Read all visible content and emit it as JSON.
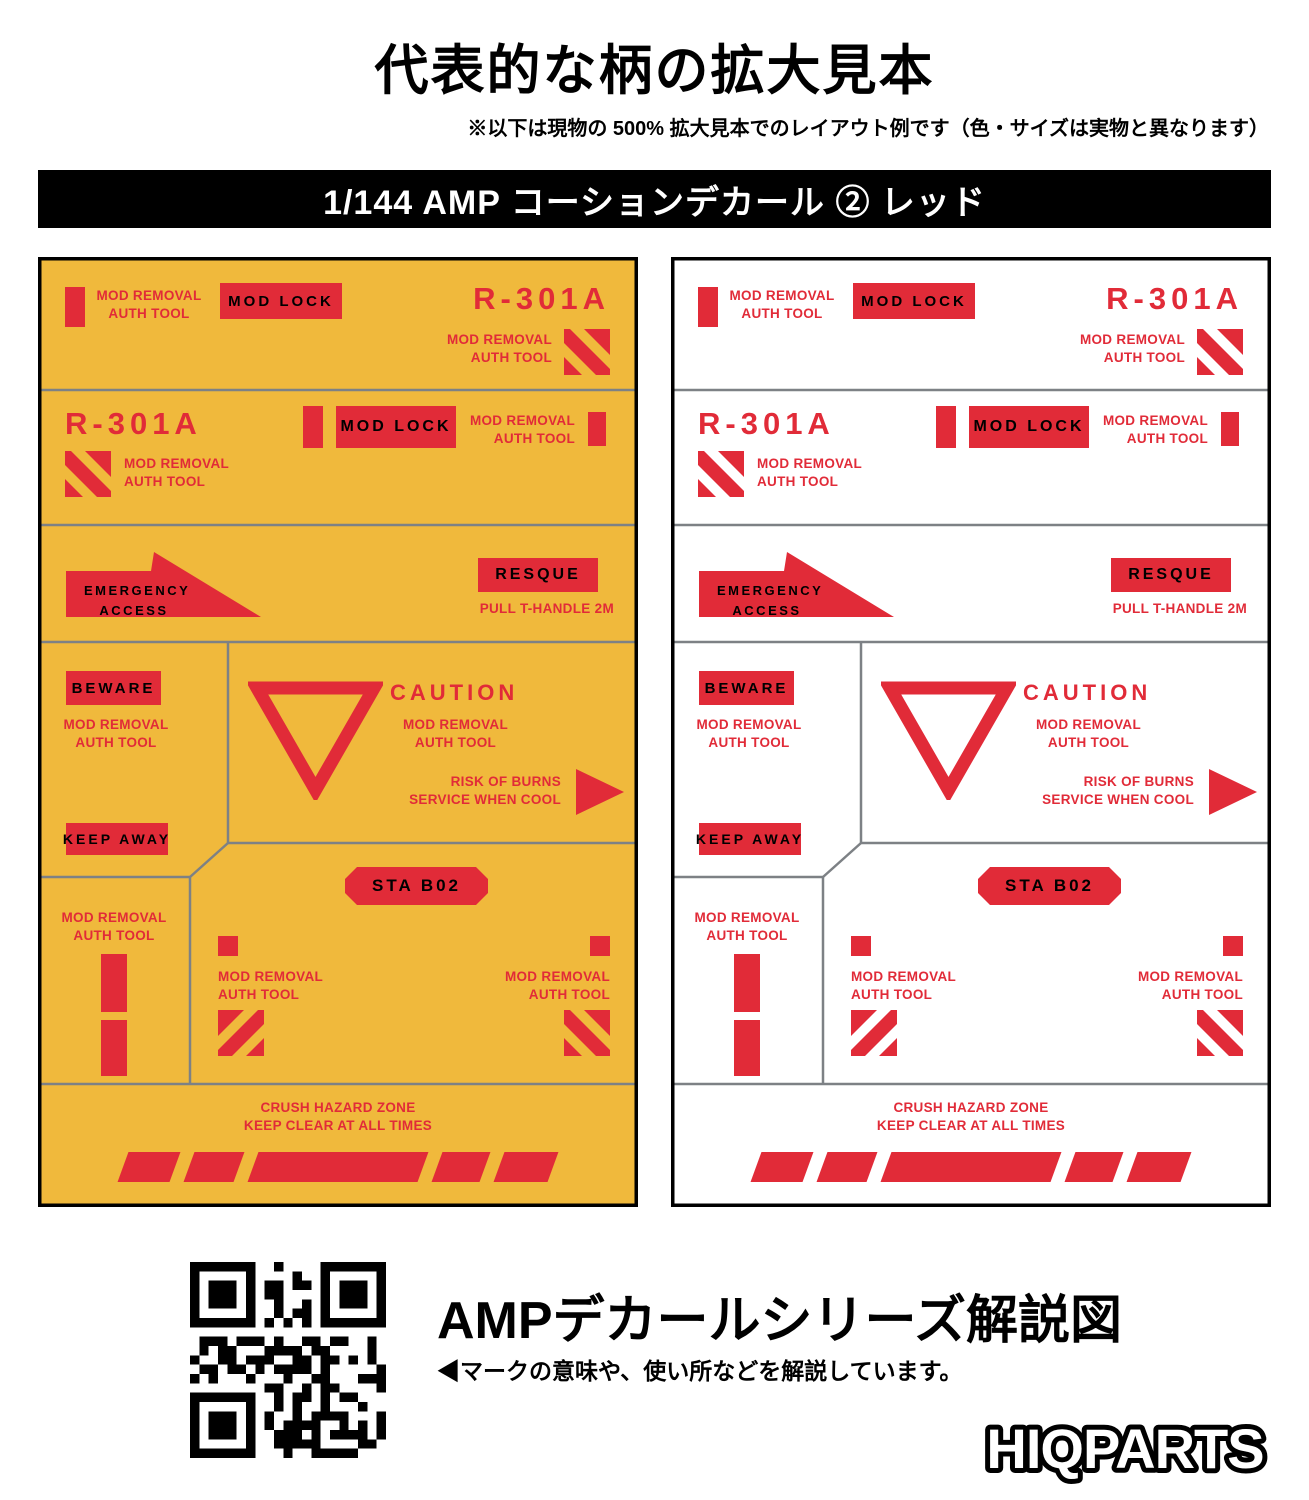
{
  "page": {
    "title": "代表的な柄の拡大見本",
    "subtitle": "※以下は現物の 500% 拡大見本でのレイアウト例です（色・サイズは実物と異なります）",
    "banner": "1/144 AMP コーションデカール ② レッド"
  },
  "colors": {
    "red": "#E12B38",
    "yellow": "#F0B93C",
    "line_gray": "#7D8185",
    "banner_bg": "#000000",
    "banner_text": "#FFFFFF"
  },
  "sheets": [
    {
      "name": "decal-sheet-yellow",
      "background": "#F0B93C"
    },
    {
      "name": "decal-sheet-white",
      "background": "#FFFFFF"
    }
  ],
  "decal": {
    "mod_removal": "MOD REMOVAL\nAUTH TOOL",
    "mod_lock": "MOD LOCK",
    "r301a": "R-301A",
    "emergency_access": "EMERGENCY\nACCESS",
    "resque": "RESQUE",
    "pull_t_handle": "PULL T-HANDLE 2M",
    "beware": "BEWARE",
    "keep_away": "KEEP AWAY",
    "caution": "CAUTION",
    "risk_of_burns": "RISK OF BURNS\nSERVICE WHEN COOL",
    "sta_b02": "STA B02",
    "crush_hazard": "CRUSH HAZARD ZONE\nKEEP CLEAR AT ALL TIMES"
  },
  "footer": {
    "series_title": "AMPデカールシリーズ解説図",
    "series_note": "◀マークの意味や、使い所などを解説しています。",
    "logo_text": "HIQPARTS"
  }
}
